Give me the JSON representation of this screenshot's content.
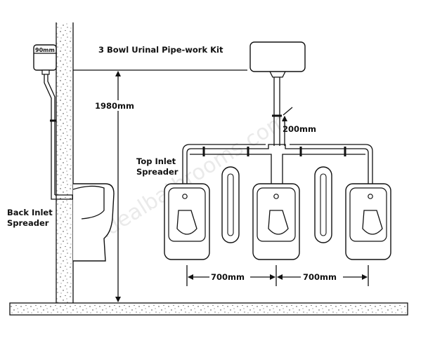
{
  "diagram": {
    "title": "3 Bowl Urinal Pipe-work Kit",
    "labels": {
      "cistern_width": "90mm",
      "height": "1980mm",
      "pipe_offset": "200mm",
      "top_inlet_line1": "Top Inlet",
      "top_inlet_line2": "Spreader",
      "back_inlet_line1": "Back Inlet",
      "back_inlet_line2": "Spreader",
      "spacing_left": "700mm",
      "spacing_right": "700mm"
    },
    "watermark": "idealbathrooms.com"
  }
}
